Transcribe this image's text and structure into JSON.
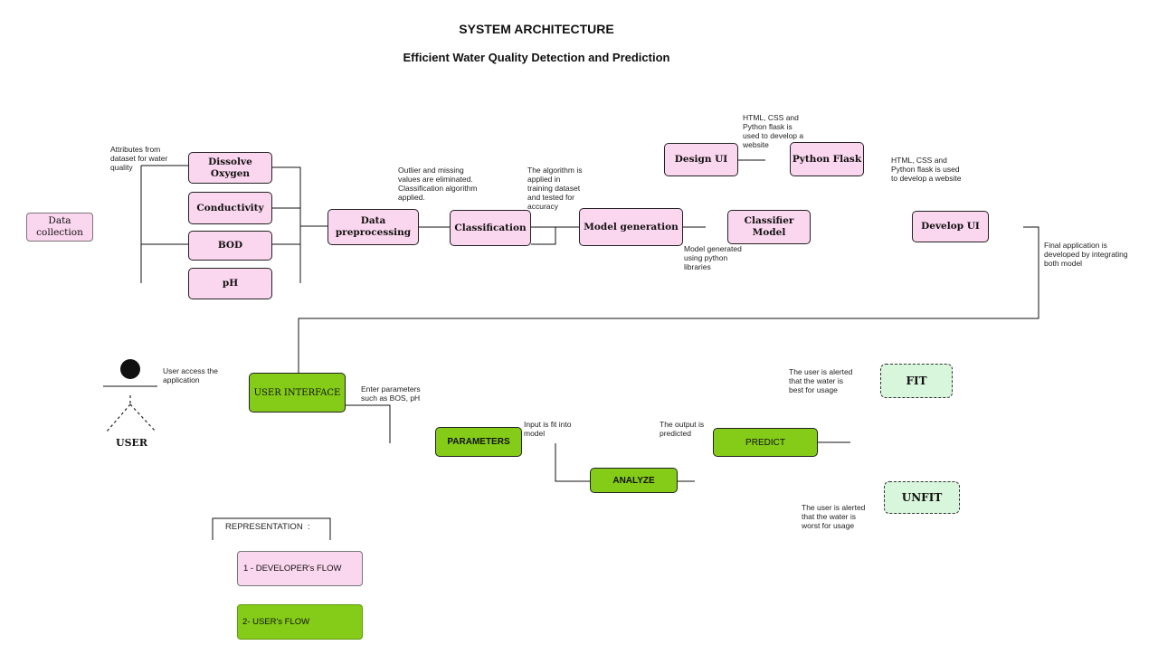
{
  "title": "SYSTEM ARCHITECTURE",
  "subtitle": "Efficient Water Quality Detection and Prediction",
  "developer_flow": {
    "data_collection": "Data collection",
    "attributes": [
      "Dissolve Oxygen",
      "Conductivity",
      "BOD",
      "pH"
    ],
    "data_preprocessing": "Data preprocessing",
    "classification": "Classification",
    "model_generation": "Model generation",
    "classifier_model": "Classifier Model",
    "design_ui": "Design UI",
    "python_flask": "Python Flask",
    "develop_ui": "Develop UI"
  },
  "user_flow": {
    "user_label": "USER",
    "user_interface": "USER INTERFACE",
    "parameters": "PARAMETERS",
    "analyze": "ANALYZE",
    "predict": "PREDICT",
    "fit": "FIT",
    "unfit": "UNFIT"
  },
  "notes": {
    "attributes": "Attributes from\ndataset for water\nquality",
    "outlier": "Outlier and missing\nvalues are eliminated.\nClassification algorithm\napplied.",
    "algorithm": "The algorithm is\napplied in\ntraining dataset\nand tested for\naccuracy",
    "model_generated": "Model generated\nusing python\nlibraries",
    "html_css_top": "HTML, CSS and\nPython flask is\nused to develop a\nwebsite",
    "html_css_right": "HTML, CSS and\nPython flask is used\nto develop a website",
    "final_app": "Final application is\ndeveloped by integrating\nboth model",
    "user_access": "User access the\napplication",
    "enter_params": "Enter parameters\nsuch as BOS, pH",
    "input_fit": "Input is fit into\nmodel",
    "output_predicted": "The output is\npredicted",
    "alert_fit": "The user is alerted\nthat the water is\nbest for usage",
    "alert_unfit": "The user is alerted\nthat the water is\nworst for usage"
  },
  "legend": {
    "heading": "REPRESENTATION  :",
    "developer": "1 - DEVELOPER's FLOW",
    "user": "2- USER's FLOW"
  },
  "colors": {
    "developer_fill": "#fbd6ef",
    "user_fill": "#84cc18",
    "result_fill": "#d8f6dc",
    "line": "#111111"
  }
}
